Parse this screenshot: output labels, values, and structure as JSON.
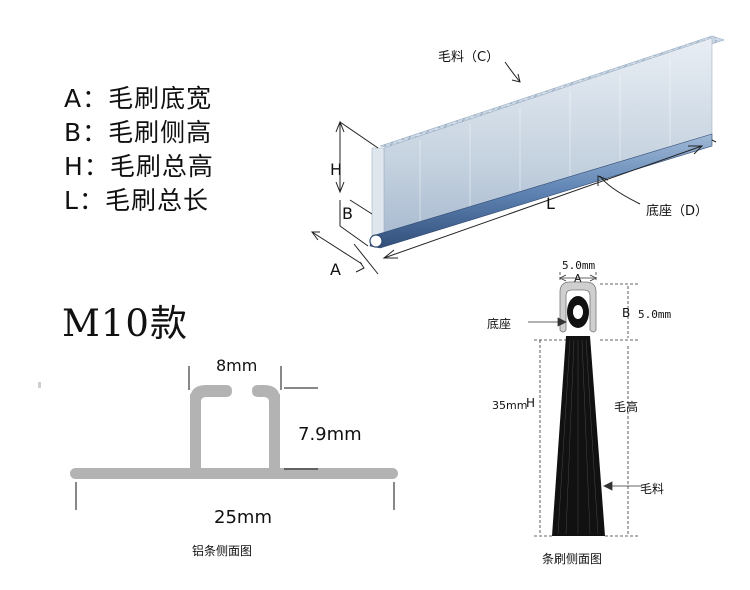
{
  "legend": [
    {
      "letter": "A",
      "sep": "：",
      "text": "毛刷底宽"
    },
    {
      "letter": "B",
      "sep": "：",
      "text": "毛刷侧高"
    },
    {
      "letter": "H",
      "sep": "：",
      "text": "毛刷总高"
    },
    {
      "letter": "L",
      "sep": "：",
      "text": "毛刷总长"
    }
  ],
  "model_title": "M10款",
  "perspective": {
    "bristle_label": "毛料（C）",
    "base_label": "底座（D）",
    "h": "H",
    "b": "B",
    "a": "A",
    "l": "L"
  },
  "aluminum": {
    "gap": "8mm",
    "height": "7.9mm",
    "width": "25mm",
    "caption": "铝条侧面图"
  },
  "brush_side": {
    "top_width": "5.0mm",
    "a": "A",
    "b": "B",
    "b_value": "5.0mm",
    "base_label": "底座",
    "h": "H",
    "h_value": "35mm",
    "height_label": "毛高",
    "bristle_label": "毛料",
    "caption": "条刷侧面图"
  },
  "colors": {
    "aluminum": "#b3b3b3",
    "base_blue": "#5f84b4",
    "bristle_dark": "#111111"
  }
}
